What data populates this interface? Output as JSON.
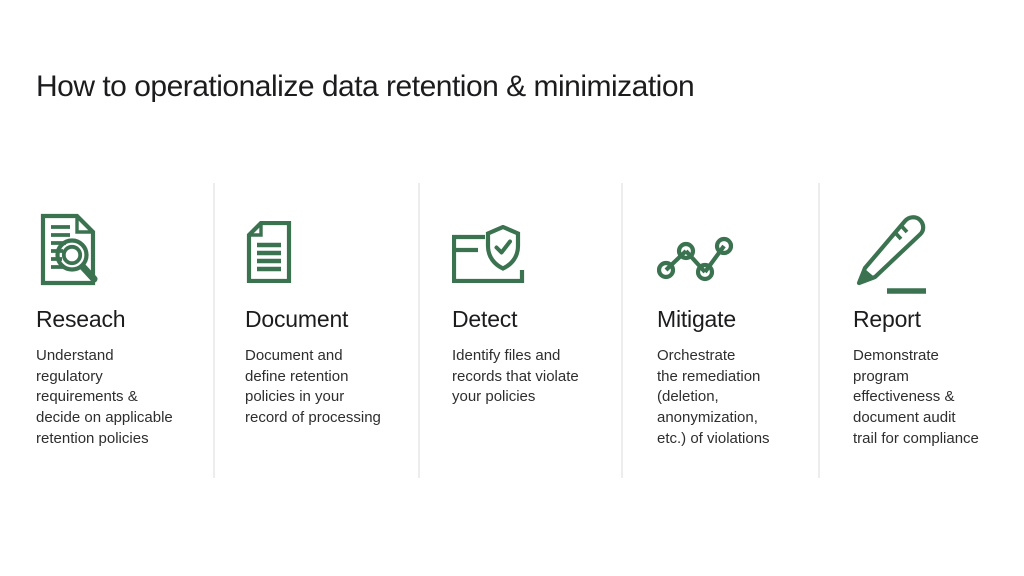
{
  "slide": {
    "title": "How to operationalize data retention & minimization"
  },
  "colors": {
    "accent_green": "#3b7350",
    "divider": "#ededed",
    "title_text": "#1c1c1e",
    "body_text": "#2e2e2e"
  },
  "steps": [
    {
      "icon": "document-magnifier-icon",
      "title": "Reseach",
      "description": "Understand\nregulatory\nrequirements &\ndecide on applicable\nretention policies"
    },
    {
      "icon": "document-lines-icon",
      "title": "Document",
      "description": "Document and\ndefine retention\npolicies in your\nrecord of processing"
    },
    {
      "icon": "folder-shield-check-icon",
      "title": "Detect",
      "description": "Identify files and\nrecords that violate\nyour policies"
    },
    {
      "icon": "trend-nodes-icon",
      "title": "Mitigate",
      "description": "Orchestrate\nthe remediation\n(deletion,\nanonymization,\n etc.) of violations"
    },
    {
      "icon": "pencil-line-icon",
      "title": "Report",
      "description": "Demonstrate\nprogram\neffectiveness &\ndocument audit\ntrail for compliance"
    }
  ]
}
